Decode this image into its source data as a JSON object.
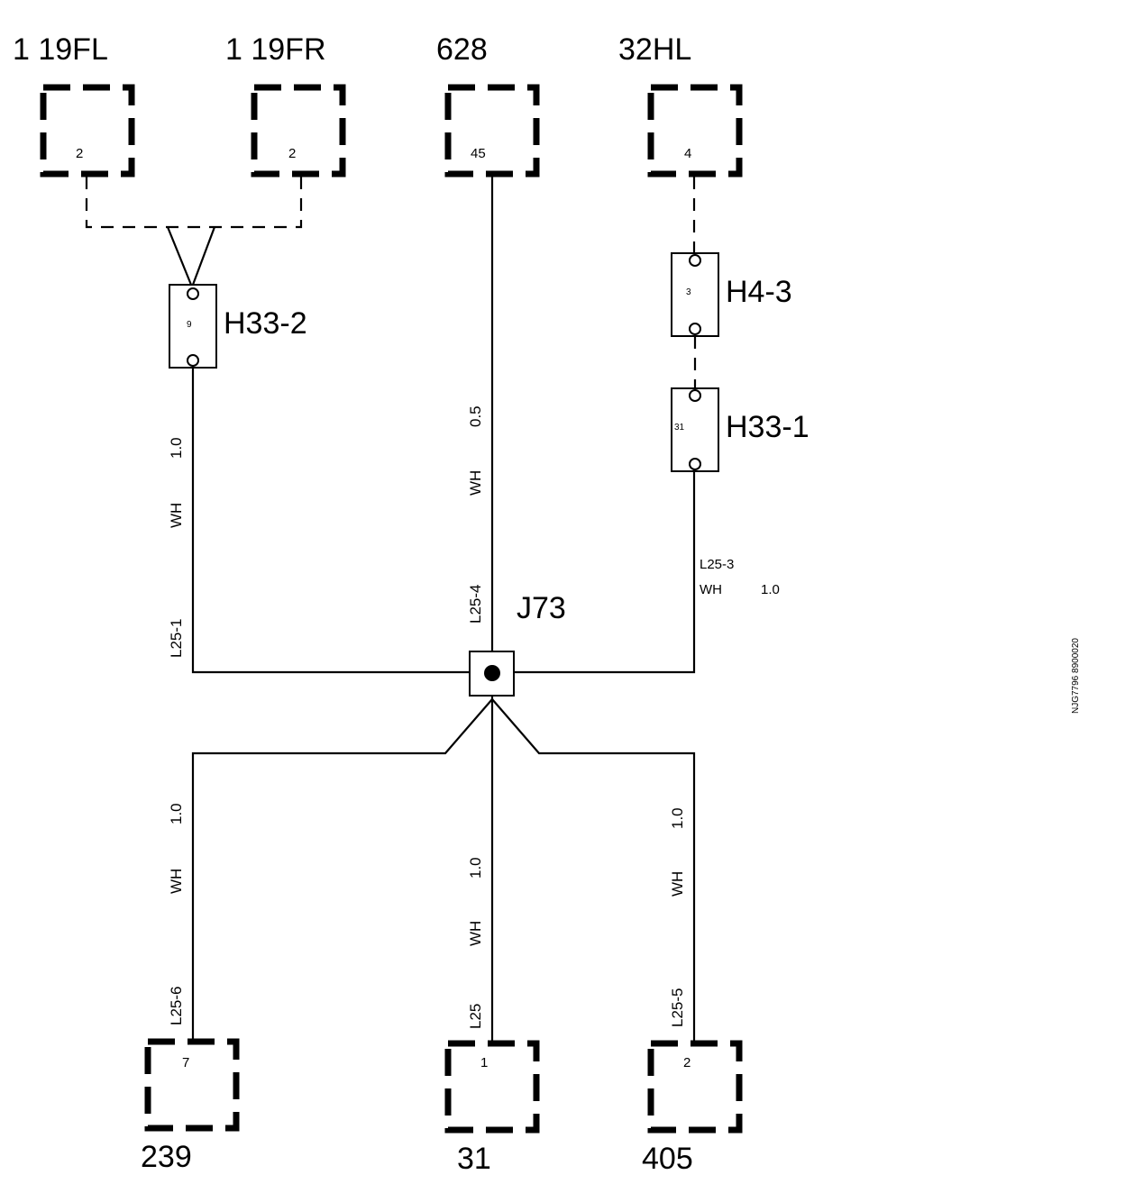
{
  "components": {
    "c119fl": {
      "name": "1 19FL",
      "pin": "2"
    },
    "c119fr": {
      "name": "1 19FR",
      "pin": "2"
    },
    "c628": {
      "name": "628",
      "pin": "45"
    },
    "c32hl": {
      "name": "32HL",
      "pin": "4"
    },
    "c239": {
      "name": "239",
      "pin": "7"
    },
    "c31": {
      "name": "31",
      "pin": "1"
    },
    "c405": {
      "name": "405",
      "pin": "2"
    }
  },
  "connectors": {
    "h33_2": {
      "name": "H33-2",
      "pin": "9"
    },
    "h4_3": {
      "name": "H4-3",
      "pin": "3"
    },
    "h33_1": {
      "name": "H33-1",
      "pin": "31"
    }
  },
  "splice": {
    "name": "J73"
  },
  "wires": {
    "l25_1": {
      "id": "L25-1",
      "color": "WH",
      "size": "1.0"
    },
    "l25_4": {
      "id": "L25-4",
      "color": "WH",
      "size": "0.5"
    },
    "l25_3": {
      "id": "L25-3",
      "color": "WH",
      "size": "1.0"
    },
    "l25_6": {
      "id": "L25-6",
      "color": "WH",
      "size": "1.0"
    },
    "l25": {
      "id": "L25",
      "color": "WH",
      "size": "1.0"
    },
    "l25_5": {
      "id": "L25-5",
      "color": "WH",
      "size": "1.0"
    }
  },
  "figure_id": "NJG7796 8900020"
}
